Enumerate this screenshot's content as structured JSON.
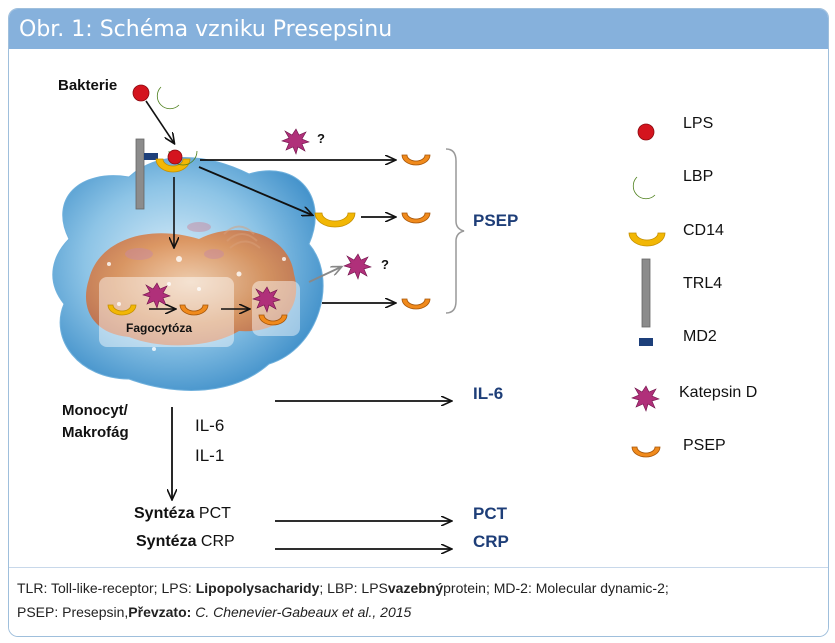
{
  "header": {
    "title": "Obr. 1: Schéma vzniku Presepsinu"
  },
  "labels": {
    "bacteria": "Bakterie",
    "question_top": "?",
    "question_mid": "?",
    "phagocytosis": "Fagocytóza",
    "monocyte_line1": "Monocyt/",
    "monocyte_line2": "Makrofág",
    "il6_small": "IL-6",
    "il1_small": "IL-1",
    "synthesis_pct_word": "Syntéza",
    "synthesis_pct_abbr": "PCT",
    "synthesis_crp_word": "Syntéza",
    "synthesis_crp_abbr": "CRP"
  },
  "outputs": {
    "psep": "PSEP",
    "il6": "IL-6",
    "pct": "PCT",
    "crp": "CRP"
  },
  "legend": [
    {
      "label": "LPS",
      "icon": "red-circle-icon"
    },
    {
      "label": "LBP",
      "icon": "green-crescent-icon"
    },
    {
      "label": "CD14",
      "icon": "yellow-cup-icon"
    },
    {
      "label": "TRL4",
      "icon": "gray-bar-icon"
    },
    {
      "label": "MD2",
      "icon": "navy-rect-icon"
    },
    {
      "label": "Katepsin D",
      "icon": "purple-star-icon"
    },
    {
      "label": "PSEP",
      "icon": "orange-cup-icon"
    }
  ],
  "footer": {
    "line1_a": "TLR: Toll-like-receptor; LPS: ",
    "line1_b": "Lipopolysacharidy",
    "line1_c": "; LBP: LPS",
    "line1_d": "vazebný",
    "line1_e": "protein; MD-2: Molecular dynamic-2;",
    "line2_a": "PSEP: Presepsin,",
    "line2_b": "Převzato:",
    "line2_c": " C. Chenevier-Gabeaux et al., 2015"
  },
  "colors": {
    "header_bg": "#86b1dc",
    "lps_red": "#d4141e",
    "lbp_green": "#8cc63f",
    "cd14_yellow": "#f2b705",
    "psep_orange": "#f08a1c",
    "md2_navy": "#1d3f7a",
    "tlr4_gray": "#8c8c8c",
    "katepsin_purple": "#b0307a",
    "label_blue": "#1e3e78"
  }
}
